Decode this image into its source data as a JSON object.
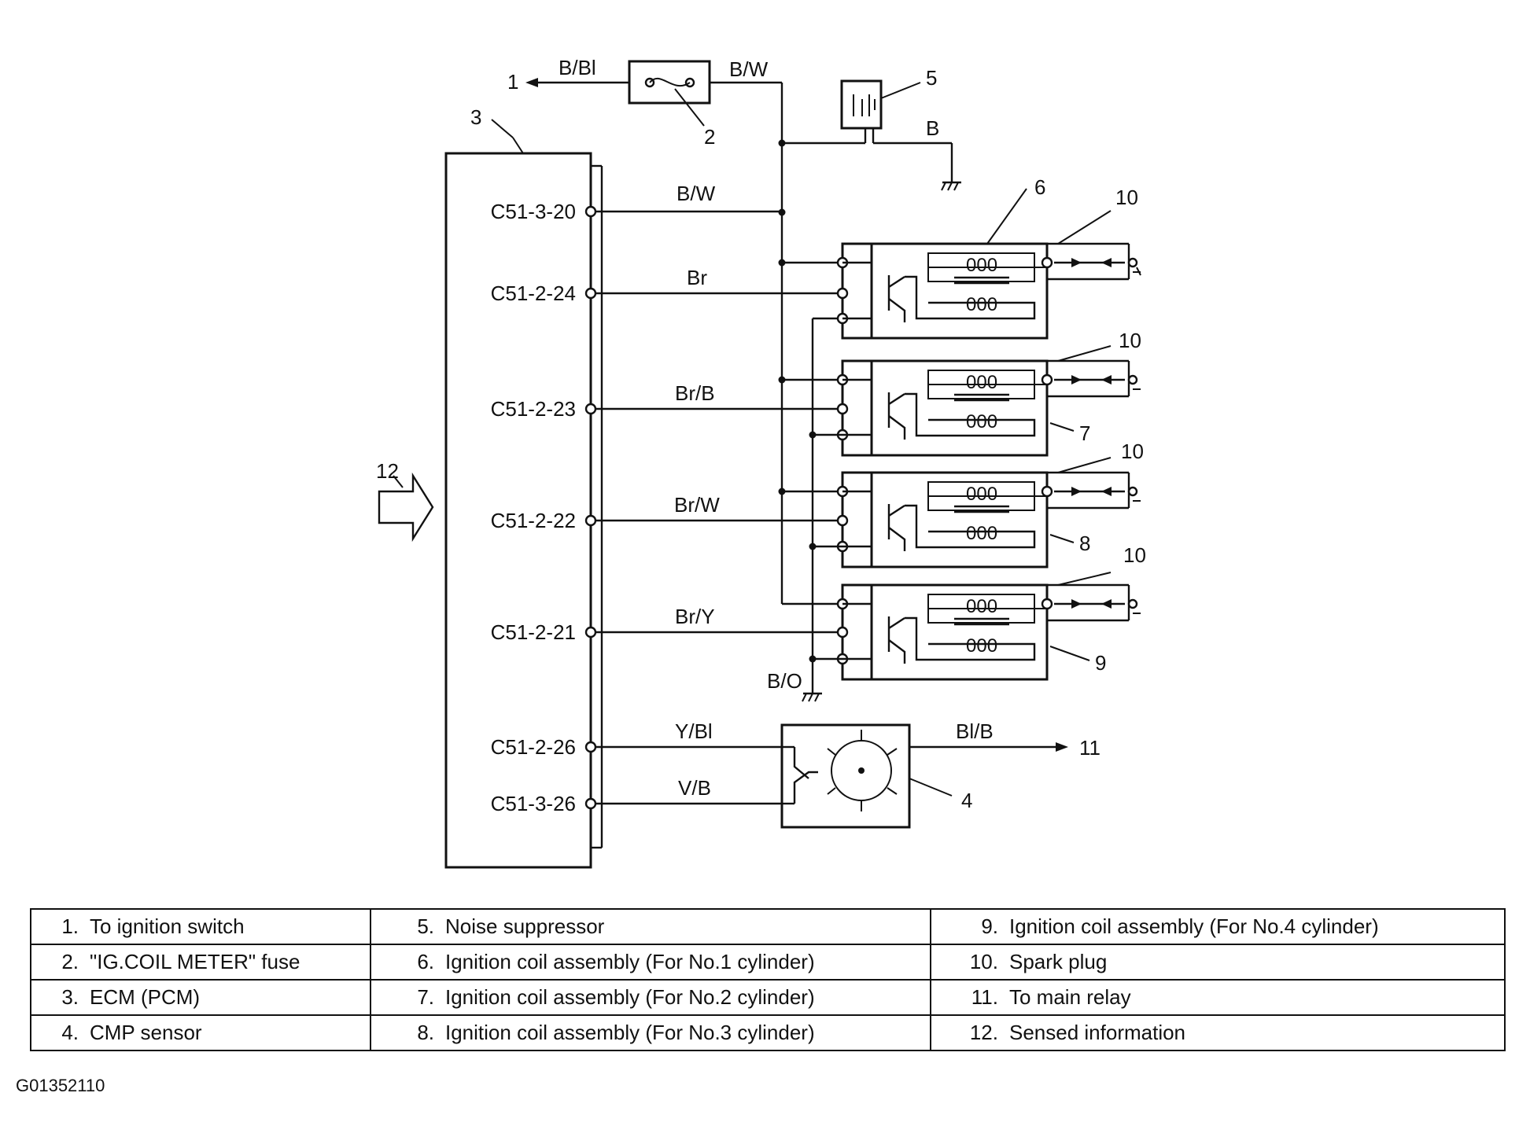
{
  "wire_labels": {
    "bbl": "B/Bl",
    "bw_top": "B/W",
    "b": "B",
    "bw": "B/W",
    "br": "Br",
    "brb": "Br/B",
    "brw": "Br/W",
    "bry": "Br/Y",
    "bo": "B/O",
    "ybl": "Y/Bl",
    "vb": "V/B",
    "blb": "Bl/B"
  },
  "pins": [
    "C51-3-20",
    "C51-2-24",
    "C51-2-23",
    "C51-2-22",
    "C51-2-21",
    "C51-2-26",
    "C51-3-26"
  ],
  "callouts": {
    "n1": "1",
    "n2": "2",
    "n3": "3",
    "n4": "4",
    "n5": "5",
    "n6": "6",
    "n7": "7",
    "n8": "8",
    "n9": "9",
    "n10a": "10",
    "n10b": "10",
    "n10c": "10",
    "n10d": "10",
    "n11": "11",
    "n12": "12"
  },
  "coil_winding": "000",
  "legend": [
    [
      {
        "num": "1.",
        "text": "To ignition switch"
      },
      {
        "num": "5.",
        "text": "Noise suppressor"
      },
      {
        "num": "9.",
        "text": "Ignition coil assembly (For No.4 cylinder)"
      }
    ],
    [
      {
        "num": "2.",
        "text": "\"IG.COIL METER\" fuse"
      },
      {
        "num": "6.",
        "text": "Ignition coil assembly (For No.1 cylinder)"
      },
      {
        "num": "10.",
        "text": "Spark plug"
      }
    ],
    [
      {
        "num": "3.",
        "text": "ECM (PCM)"
      },
      {
        "num": "7.",
        "text": "Ignition coil assembly (For No.2 cylinder)"
      },
      {
        "num": "11.",
        "text": "To main relay"
      }
    ],
    [
      {
        "num": "4.",
        "text": "CMP sensor"
      },
      {
        "num": "8.",
        "text": "Ignition coil assembly (For No.3 cylinder)"
      },
      {
        "num": "12.",
        "text": "Sensed information"
      }
    ]
  ],
  "figure_code": "G01352110"
}
